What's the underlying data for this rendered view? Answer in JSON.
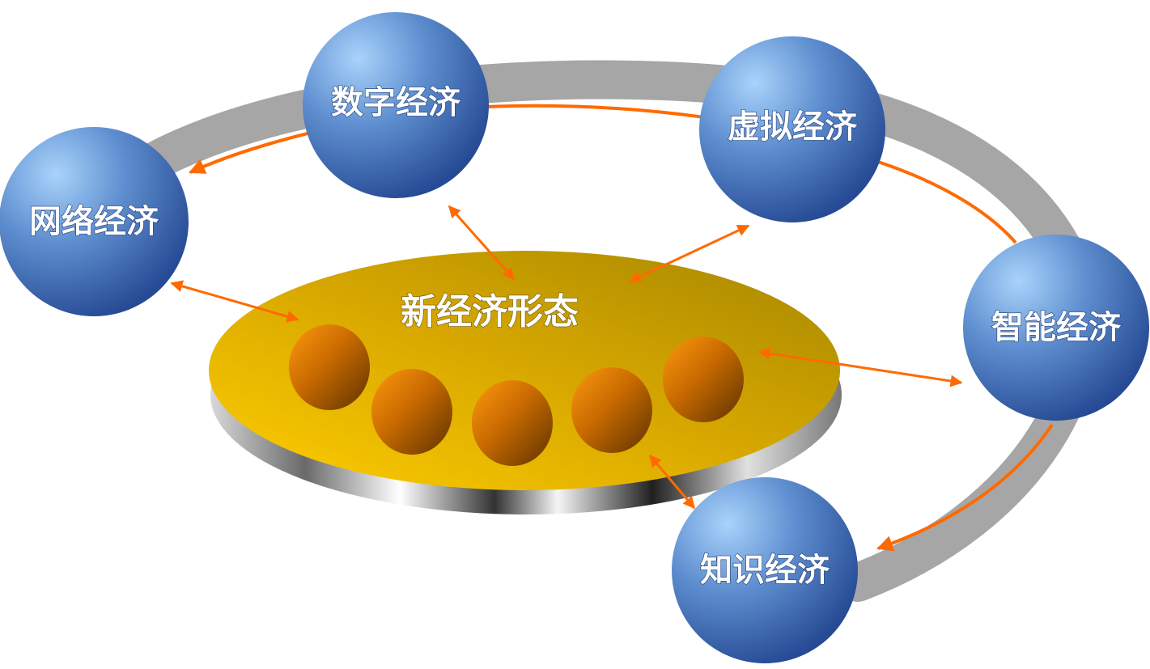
{
  "center": {
    "label": "新经济形态"
  },
  "nodes": [
    {
      "id": "shuzi",
      "label": "数字经济"
    },
    {
      "id": "xuni",
      "label": "虚拟经济"
    },
    {
      "id": "wangluo",
      "label": "网络经济"
    },
    {
      "id": "zhineng",
      "label": "智能经济"
    },
    {
      "id": "zhishi",
      "label": "知识经济"
    }
  ],
  "colors": {
    "ring": "#a6a6a6",
    "arrow": "#ff6a00",
    "platform_top": "#f2c200",
    "platform_dark": "#b89400",
    "sphere_light": "#9cc8f5",
    "sphere_dark": "#2a4f9a",
    "ball_light": "#ff9a10",
    "ball_dark": "#6a3800"
  }
}
